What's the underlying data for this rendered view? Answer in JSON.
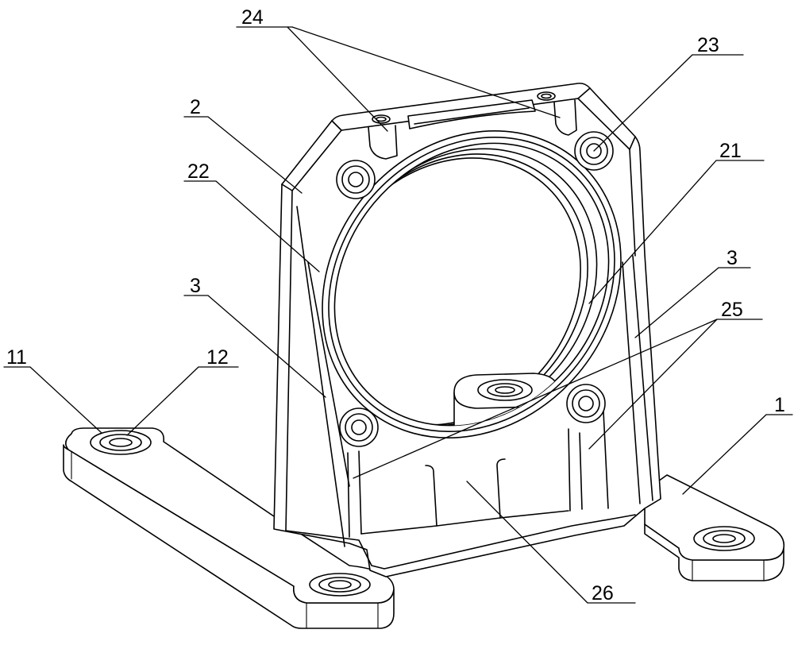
{
  "drawing": {
    "line_color": "#000000",
    "background": "#ffffff"
  },
  "reference_numerals": [
    "24",
    "23",
    "2",
    "21",
    "22",
    "3",
    "3",
    "25",
    "11",
    "12",
    "1",
    "26"
  ]
}
